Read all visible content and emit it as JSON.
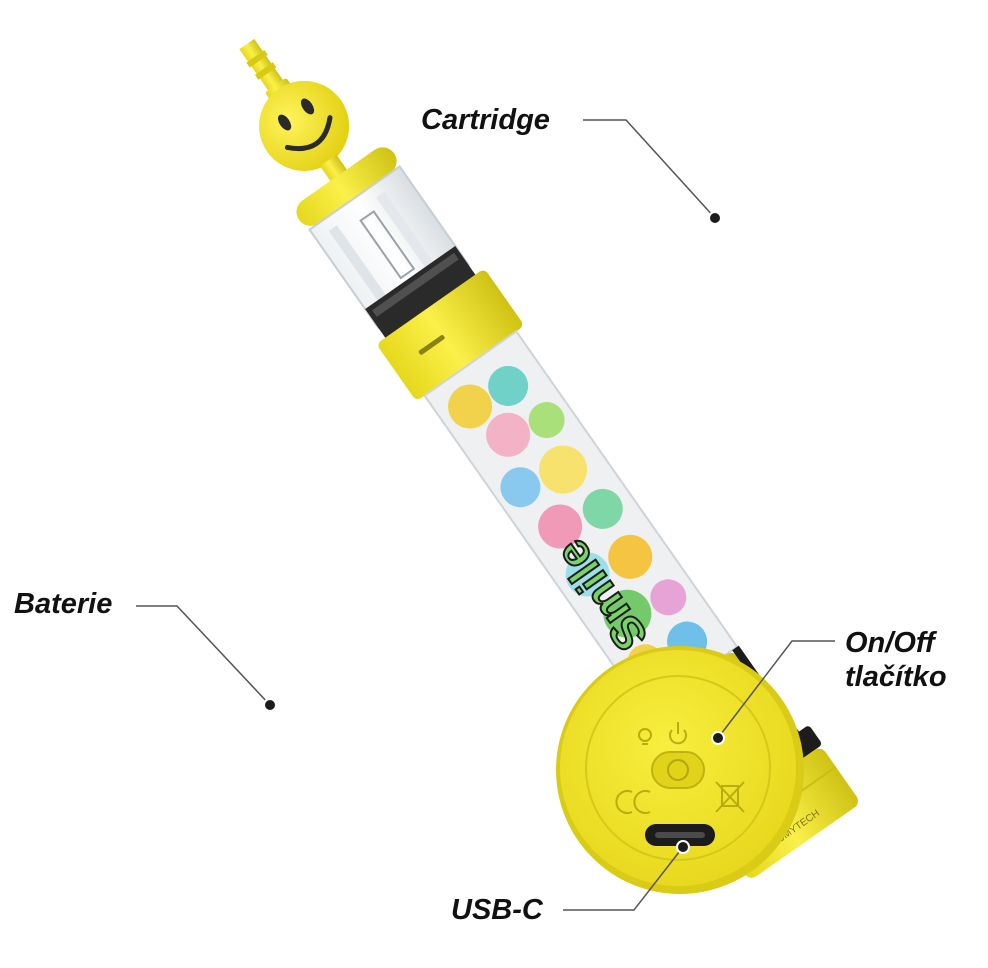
{
  "labels": {
    "cartridge": "Cartridge",
    "battery": "Baterie",
    "on_off_line1": "On/Off",
    "on_off_line2": "tlačítko",
    "usb_c": "USB-C"
  },
  "device": {
    "brand_mark": "FUMYTECH",
    "body_print": "Smile"
  },
  "colors": {
    "yellow": "#f2e52a",
    "yellow_dark": "#c9bd12",
    "black": "#1c1c1c",
    "leader_line": "#555555"
  }
}
